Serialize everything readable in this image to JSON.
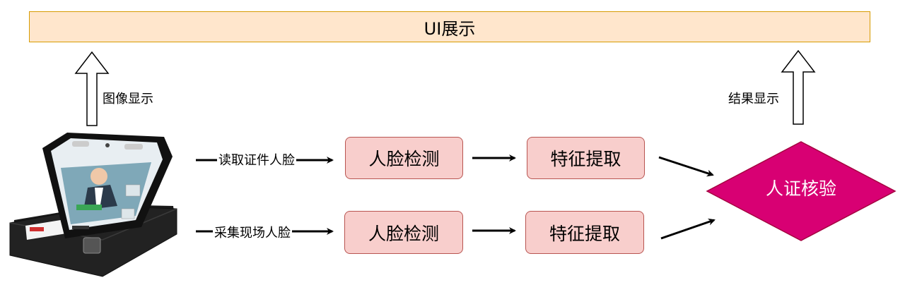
{
  "banner": {
    "label": "UI展示"
  },
  "left_up_arrow_label": "图像显示",
  "right_up_arrow_label": "结果显示",
  "top_row": {
    "input_label": "读取证件人脸",
    "detect_label": "人脸检测",
    "extract_label": "特征提取"
  },
  "bottom_row": {
    "input_label": "采集现场人脸",
    "detect_label": "人脸检测",
    "extract_label": "特征提取"
  },
  "decision": {
    "label": "人证核验"
  },
  "device": {
    "icon": "face-recognition-terminal-icon"
  },
  "colors": {
    "banner_fill": "#ffe6cc",
    "banner_stroke": "#d79b00",
    "box_fill": "#f8cecc",
    "box_stroke": "#b85450",
    "decision_fill": "#d80073"
  }
}
